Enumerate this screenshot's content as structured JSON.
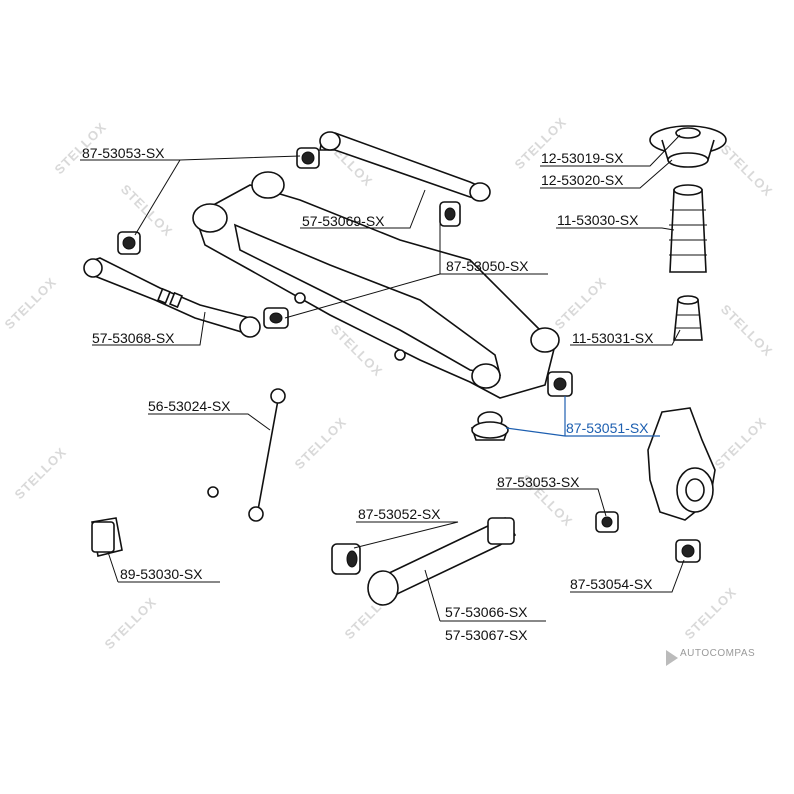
{
  "watermark": "STELLOX",
  "brand": "AUTOCOMPAS",
  "colors": {
    "line": "#111111",
    "highlight": "#1d5fb0",
    "watermark": "#d9d9d9"
  },
  "labels": {
    "l_87_53053_a": "87-53053-SX",
    "l_57_53069": "57-53069-SX",
    "l_12_53019": "12-53019-SX",
    "l_12_53020": "12-53020-SX",
    "l_11_53030": "11-53030-SX",
    "l_87_53050": "87-53050-SX",
    "l_57_53068": "57-53068-SX",
    "l_11_53031": "11-53031-SX",
    "l_56_53024": "56-53024-SX",
    "l_87_53051": "87-53051-SX",
    "l_87_53053_b": "87-53053-SX",
    "l_87_53052": "87-53052-SX",
    "l_89_53030": "89-53030-SX",
    "l_87_53054": "87-53054-SX",
    "l_57_53066": "57-53066-SX",
    "l_57_53067": "57-53067-SX"
  }
}
